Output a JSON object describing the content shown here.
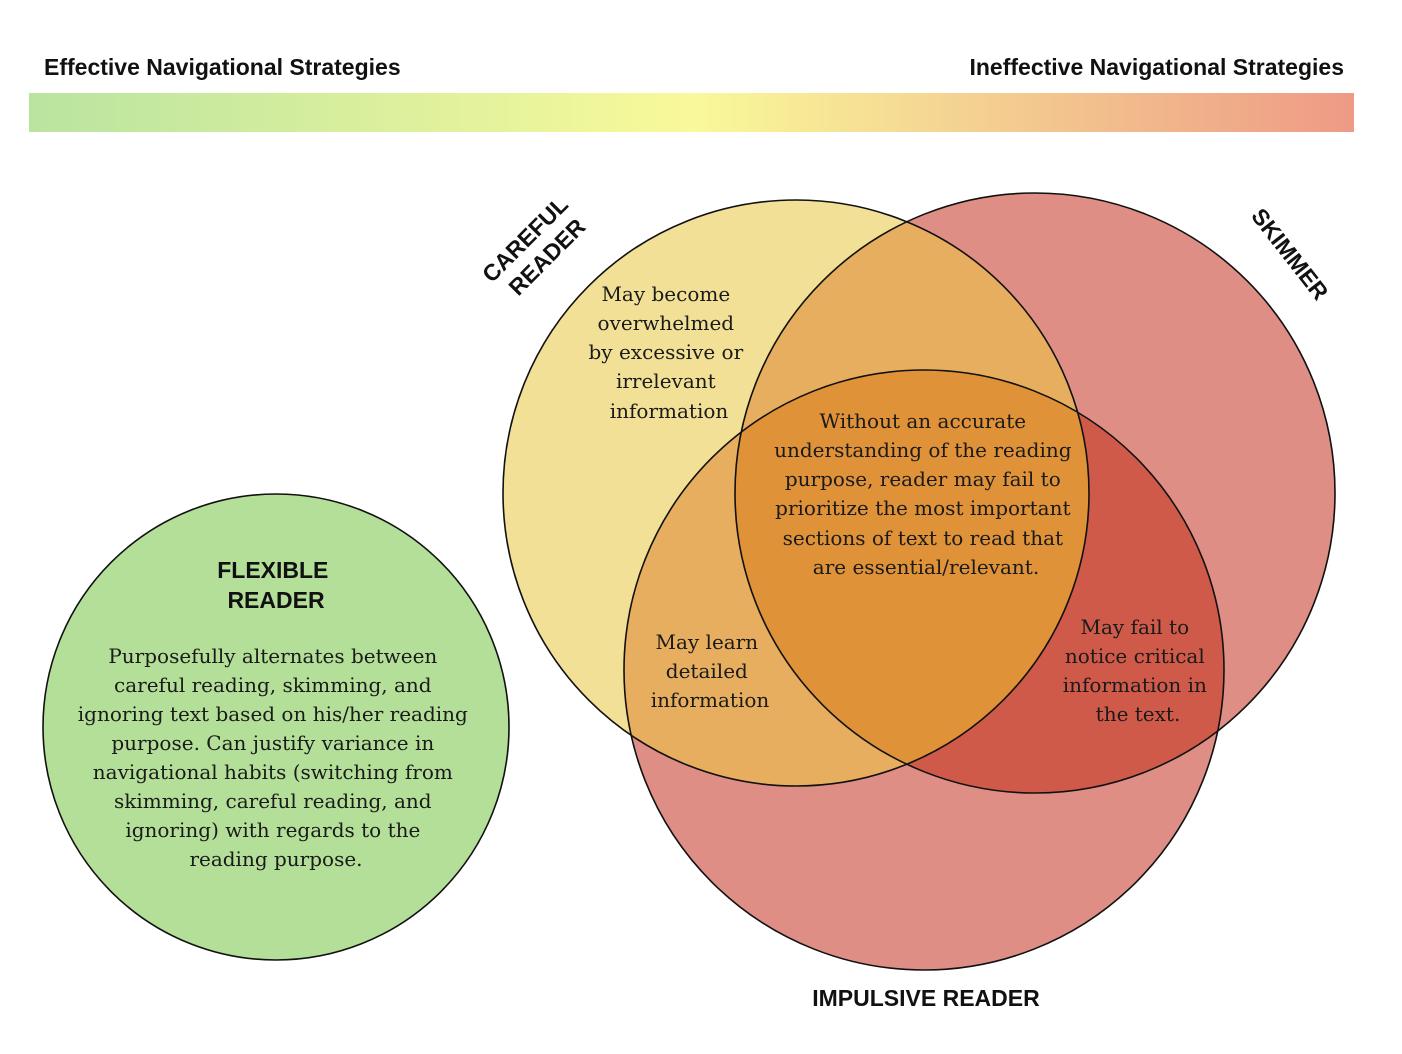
{
  "scale": {
    "left_label": "Effective Navigational Strategies",
    "right_label": "Ineffective Navigational Strategies",
    "gradient_colors": [
      "#b9e4a0",
      "#f9f99a",
      "#ee9a85"
    ]
  },
  "circles": {
    "flexible": {
      "title_lines": [
        "FLEXIBLE",
        "READER"
      ],
      "description_lines": [
        "Purposefully alternates between",
        "careful reading, skimming, and",
        "ignoring text based on his/her reading",
        "purpose. Can justify variance in",
        "navigational habits (switching from",
        "skimming, careful reading, and",
        "ignoring) with regards to the",
        "reading purpose."
      ],
      "color": "#b4df98"
    },
    "careful": {
      "title_lines": [
        "CAREFUL",
        "READER"
      ],
      "description_lines": [
        "May become",
        "overwhelmed",
        "by excessive or",
        "irrelevant",
        "information"
      ],
      "color": "#f2e096"
    },
    "skimmer": {
      "title": "SKIMMER",
      "color": "#de8e85"
    },
    "impulsive": {
      "title": "IMPULSIVE READER",
      "color": "#de8e85"
    }
  },
  "overlaps": {
    "careful_impulsive_lines": [
      "May learn",
      "detailed",
      "information"
    ],
    "skimmer_impulsive_lines": [
      "May fail to",
      "notice critical",
      "information in",
      "the text."
    ],
    "center_lines": [
      "Without an accurate",
      "understanding of the reading",
      "purpose, reader may fail to",
      "prioritize the most important",
      "sections of text to read that",
      "are essential/relevant."
    ],
    "colors": {
      "careful_skimmer": "#e6ae5e",
      "careful_impulsive": "#e6ae5e",
      "skimmer_impulsive": "#cf5a4a",
      "center": "#df9238"
    }
  }
}
